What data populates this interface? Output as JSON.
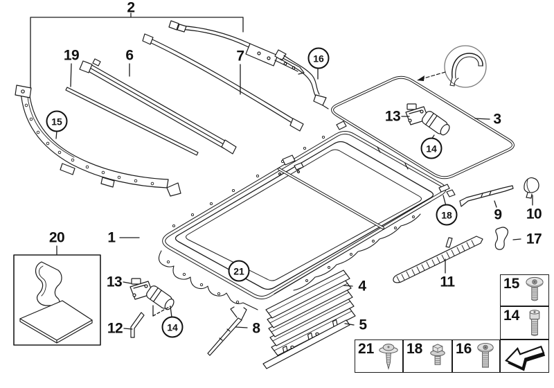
{
  "diagram": {
    "background_color": "#ffffff",
    "line_color": "#1a1a1a",
    "metal_fill_color": "#d5d5d5"
  },
  "callouts": {
    "part1": "1",
    "part2": "2",
    "part3": "3",
    "part4": "4",
    "part5": "5",
    "part6": "6",
    "part7": "7",
    "part8": "8",
    "part9": "9",
    "part10": "10",
    "part11": "11",
    "part12": "12",
    "part13": "13",
    "part17": "17",
    "part19": "19",
    "part20": "20"
  },
  "circled_callouts": {
    "part14": "14",
    "part15": "15",
    "part16": "16",
    "part18": "18",
    "part21": "21"
  },
  "legend": {
    "fastener_boxes": [
      {
        "label": "15",
        "icon": "button-head-screw-icon"
      },
      {
        "label": "14",
        "icon": "cylinder-head-screw-icon"
      },
      {
        "label": "21",
        "icon": "washer-tapping-screw-icon"
      },
      {
        "label": "18",
        "icon": "hex-flange-bolt-icon"
      },
      {
        "label": "16",
        "icon": "pan-head-screw-icon"
      }
    ],
    "arrow_icon": "direction-arrow-icon"
  }
}
